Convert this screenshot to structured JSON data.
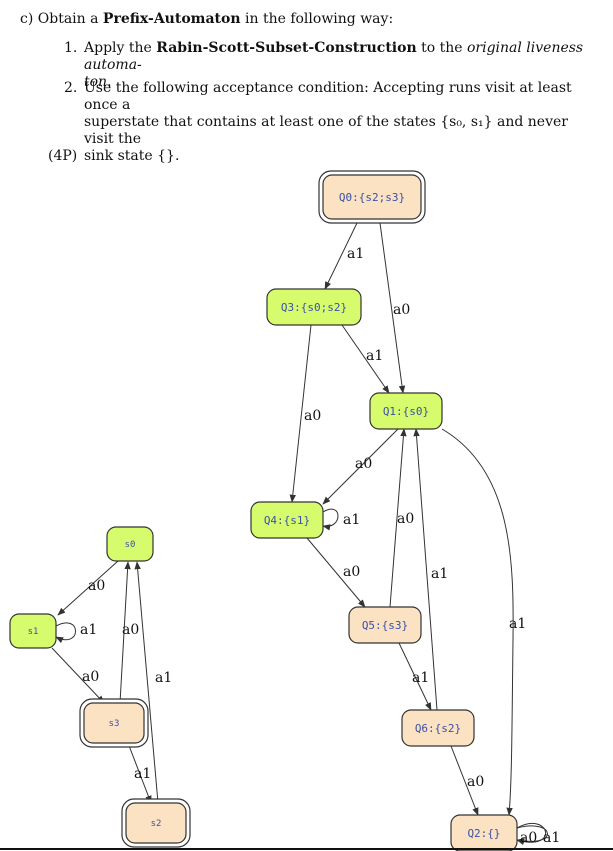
{
  "task": {
    "label": "c)",
    "intro_pre": "Obtain a ",
    "intro_bold": "Prefix-Automaton",
    "intro_post": " in the following way:",
    "step1_num": "1.",
    "step1_pre": "Apply the ",
    "step1_bold": "Rabin-Scott-Subset-Construction",
    "step1_mid": " to the ",
    "step1_ital": "original liveness automa-",
    "step1_ital2": "ton",
    "step1_end": ".",
    "step2_num": "2.",
    "step2_line1": "Use the following acceptance condition: Accepting runs visit at least once a",
    "step2_line2": "superstate that contains at least one of the states {s₀, s₁} and never visit the",
    "step2_line3": "sink state {}.",
    "points": "(4P)"
  },
  "colors": {
    "accepting_fill": "#d6fc6e",
    "normal_fill": "#fbe2c2",
    "node_text": "#3b4fa8",
    "edge": "#333333"
  },
  "original_automaton": {
    "nodes": [
      {
        "id": "s0",
        "label": "s0",
        "type": "accepting"
      },
      {
        "id": "s1",
        "label": "s1",
        "type": "accepting"
      },
      {
        "id": "s3",
        "label": "s3",
        "type": "initial"
      },
      {
        "id": "s2",
        "label": "s2",
        "type": "initial"
      }
    ],
    "edges": [
      {
        "from": "s0",
        "to": "s1",
        "label": "a0"
      },
      {
        "from": "s1",
        "to": "s1",
        "label": "a1"
      },
      {
        "from": "s1",
        "to": "s3",
        "label": "a0"
      },
      {
        "from": "s3",
        "to": "s0",
        "label": "a0"
      },
      {
        "from": "s3",
        "to": "s2",
        "label": "a1"
      },
      {
        "from": "s2",
        "to": "s0",
        "label": "a1"
      }
    ]
  },
  "prefix_automaton": {
    "nodes": [
      {
        "id": "Q0",
        "label": "Q0:{s2;s3}",
        "type": "initial"
      },
      {
        "id": "Q3",
        "label": "Q3:{s0;s2}",
        "type": "accepting"
      },
      {
        "id": "Q1",
        "label": "Q1:{s0}",
        "type": "accepting"
      },
      {
        "id": "Q4",
        "label": "Q4:{s1}",
        "type": "accepting"
      },
      {
        "id": "Q5",
        "label": "Q5:{s3}",
        "type": "normal"
      },
      {
        "id": "Q6",
        "label": "Q6:{s2}",
        "type": "normal"
      },
      {
        "id": "Q2",
        "label": "Q2:{}",
        "type": "normal"
      }
    ],
    "edges": [
      {
        "from": "Q0",
        "to": "Q3",
        "label": "a1"
      },
      {
        "from": "Q0",
        "to": "Q1",
        "label": "a0"
      },
      {
        "from": "Q3",
        "to": "Q1",
        "label": "a1"
      },
      {
        "from": "Q3",
        "to": "Q4",
        "label": "a0"
      },
      {
        "from": "Q1",
        "to": "Q4",
        "label": "a0"
      },
      {
        "from": "Q1",
        "to": "Q2",
        "label": "a1"
      },
      {
        "from": "Q4",
        "to": "Q4",
        "label": "a1"
      },
      {
        "from": "Q4",
        "to": "Q5",
        "label": "a0"
      },
      {
        "from": "Q5",
        "to": "Q1",
        "label": "a0"
      },
      {
        "from": "Q5",
        "to": "Q6",
        "label": "a1"
      },
      {
        "from": "Q6",
        "to": "Q1",
        "label": "a1"
      },
      {
        "from": "Q6",
        "to": "Q2",
        "label": "a0"
      },
      {
        "from": "Q2",
        "to": "Q2",
        "label": "a0"
      },
      {
        "from": "Q2",
        "to": "Q2",
        "label": "a1"
      }
    ]
  }
}
